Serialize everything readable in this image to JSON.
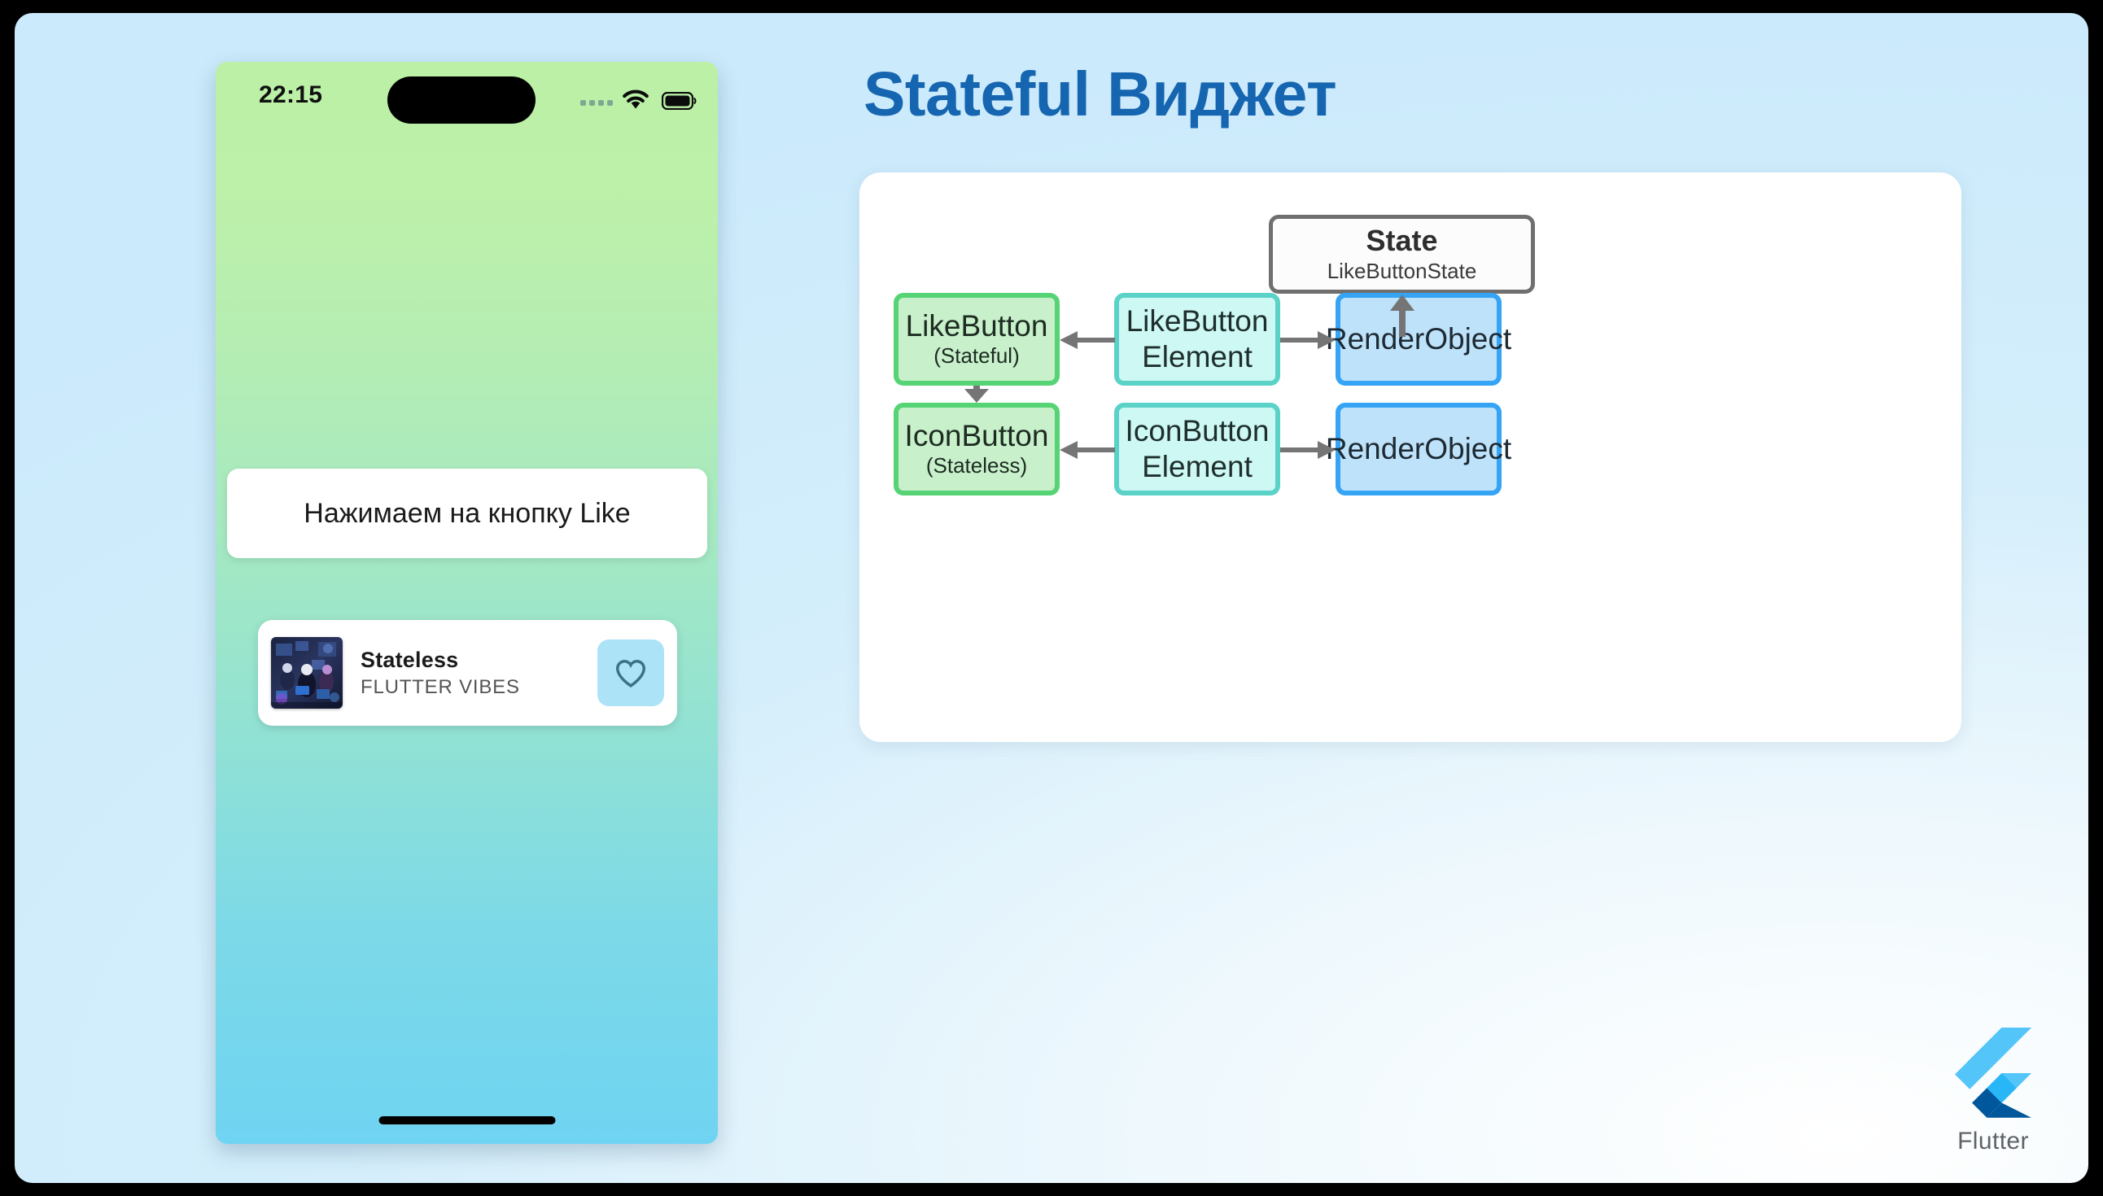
{
  "slide": {
    "title": "Stateful Виджет",
    "title_color": "#1565b0",
    "background_colors": [
      "#cfeafc",
      "#eaf7fe",
      "#ffffff"
    ]
  },
  "phone": {
    "statusbar": {
      "time": "22:15",
      "signal_icon": "signal-dots-icon",
      "wifi_icon": "wifi-icon",
      "battery_icon": "battery-icon",
      "dynamic_island": "dynamic-island"
    },
    "status_card": {
      "text": "Нажимаем на кнопку Like"
    },
    "song_card": {
      "album_art": "album-art-image",
      "title": "Stateless",
      "artist": "FLUTTER VIBES",
      "like_button_icon": "heart-outline-icon",
      "like_button_color": "#ade3f7"
    },
    "home_indicator": "home-indicator",
    "gradient_from": "#bcf0a6",
    "gradient_to": "#6fd4f2"
  },
  "diagram": {
    "nodes": [
      {
        "id": "state",
        "title": "State",
        "subtitle": "LikeButtonState",
        "fill": "#fcfcfc",
        "border": "#6f6f6f"
      },
      {
        "id": "likebutton",
        "title": "LikeButton",
        "subtitle": "(Stateful)",
        "fill": "#c7f0cb",
        "border": "#56d475"
      },
      {
        "id": "likebutton_el",
        "line1": "LikeButton",
        "line2": "Element",
        "fill": "#cdf8f4",
        "border": "#5bd2c8"
      },
      {
        "id": "renderobject_1",
        "title": "RenderObject",
        "fill": "#bfe2fb",
        "border": "#35a4f5"
      },
      {
        "id": "iconbutton",
        "title": "IconButton",
        "subtitle": "(Stateless)",
        "fill": "#c7f0cb",
        "border": "#56d475"
      },
      {
        "id": "iconbutton_el",
        "line1": "IconButton",
        "line2": "Element",
        "fill": "#cdf8f4",
        "border": "#5bd2c8"
      },
      {
        "id": "renderobject_2",
        "title": "RenderObject",
        "fill": "#bfe2fb",
        "border": "#35a4f5"
      }
    ],
    "arrows": [
      {
        "name": "arrow-element-to-state",
        "direction": "up"
      },
      {
        "name": "arrow-likebutton-element-to-widget",
        "direction": "left"
      },
      {
        "name": "arrow-likebutton-element-to-render",
        "direction": "right"
      },
      {
        "name": "arrow-likebutton-to-iconbutton",
        "direction": "down"
      },
      {
        "name": "arrow-iconbutton-element-to-widget",
        "direction": "left"
      },
      {
        "name": "arrow-iconbutton-element-to-render",
        "direction": "right"
      }
    ],
    "arrow_color": "#757575"
  },
  "branding": {
    "wordmark": "Flutter",
    "logo_icon": "flutter-logo-icon"
  }
}
